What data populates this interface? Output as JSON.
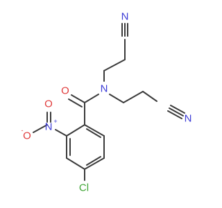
{
  "atoms": {
    "nitrile_n_top": "N",
    "nitrile_c_top": "C",
    "nitrile_n_right": "N",
    "nitrile_c_right": "C",
    "amide_n": "N",
    "carbonyl_o": "O",
    "nitro_n": "N",
    "nitro_n_charge": "+",
    "nitro_o_left": "O",
    "nitro_o_left_charge": "-",
    "nitro_o_top": "O",
    "chlorine": "Cl"
  },
  "colors": {
    "carbon": "#3a3a3a",
    "nitrogen": "#3b3bd6",
    "oxygen": "#e03a3a",
    "chlorine": "#3fa535"
  }
}
